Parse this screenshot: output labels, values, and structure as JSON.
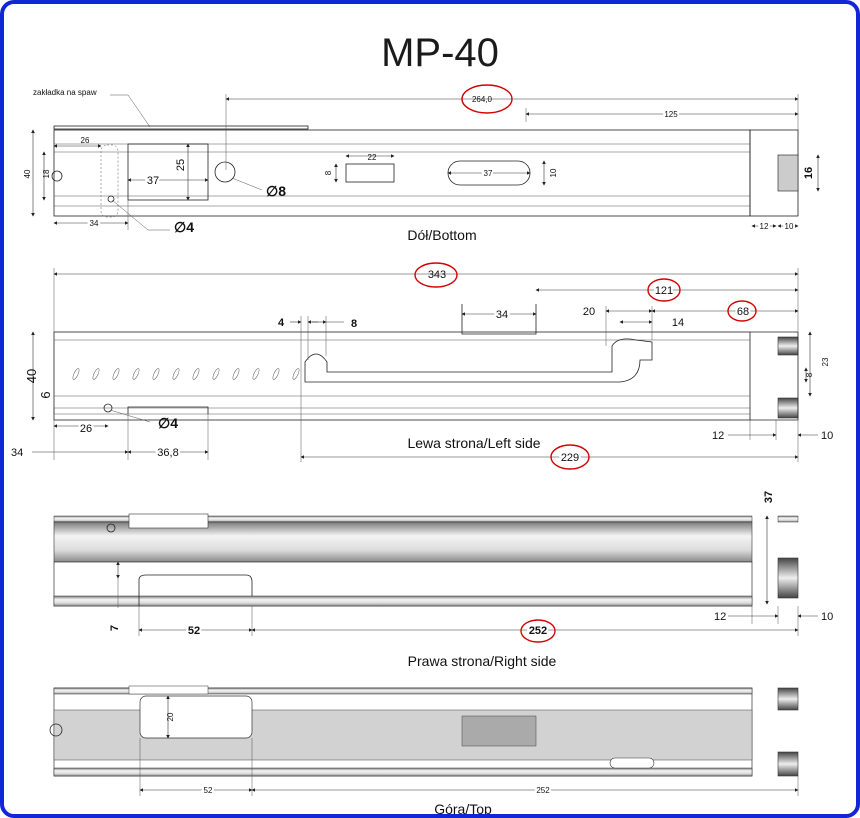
{
  "title": "MP-40",
  "views": {
    "bottom": {
      "caption": "Dół/Bottom",
      "note": "zakładka na spaw",
      "dims": {
        "d264": "264,0",
        "d125": "125",
        "d26": "26",
        "d40": "40",
        "d18": "18",
        "d25": "25",
        "d37a": "37",
        "d22": "22",
        "d8a": "8",
        "d37b": "37",
        "d10": "10",
        "d16": "16",
        "d34": "34",
        "d12": "12",
        "d10b": "10",
        "phi8": "∅8",
        "phi4": "∅4"
      }
    },
    "left": {
      "caption": "Lewa strona/Left side",
      "dims": {
        "d343": "343",
        "d121": "121",
        "d68": "68",
        "d4": "4",
        "d8": "8",
        "d34": "34",
        "d20": "20",
        "d14": "14",
        "d40": "40",
        "d6": "6",
        "d26": "26",
        "phi4": "∅4",
        "d23": "23",
        "d8b": "8",
        "d12": "12",
        "d10": "10",
        "d34b": "34",
        "d368": "36,8",
        "d229": "229"
      }
    },
    "right": {
      "caption": "Prawa strona/Right side",
      "dims": {
        "d37": "37",
        "d12": "12",
        "d10": "10",
        "d7": "7",
        "d52": "52",
        "d252": "252"
      }
    },
    "top": {
      "caption": "Góra/Top",
      "dims": {
        "d20": "20",
        "d52": "52",
        "d252": "252"
      }
    }
  },
  "colors": {
    "frame": "#1226d8",
    "annotation": "#d40000",
    "line": "#222222"
  }
}
